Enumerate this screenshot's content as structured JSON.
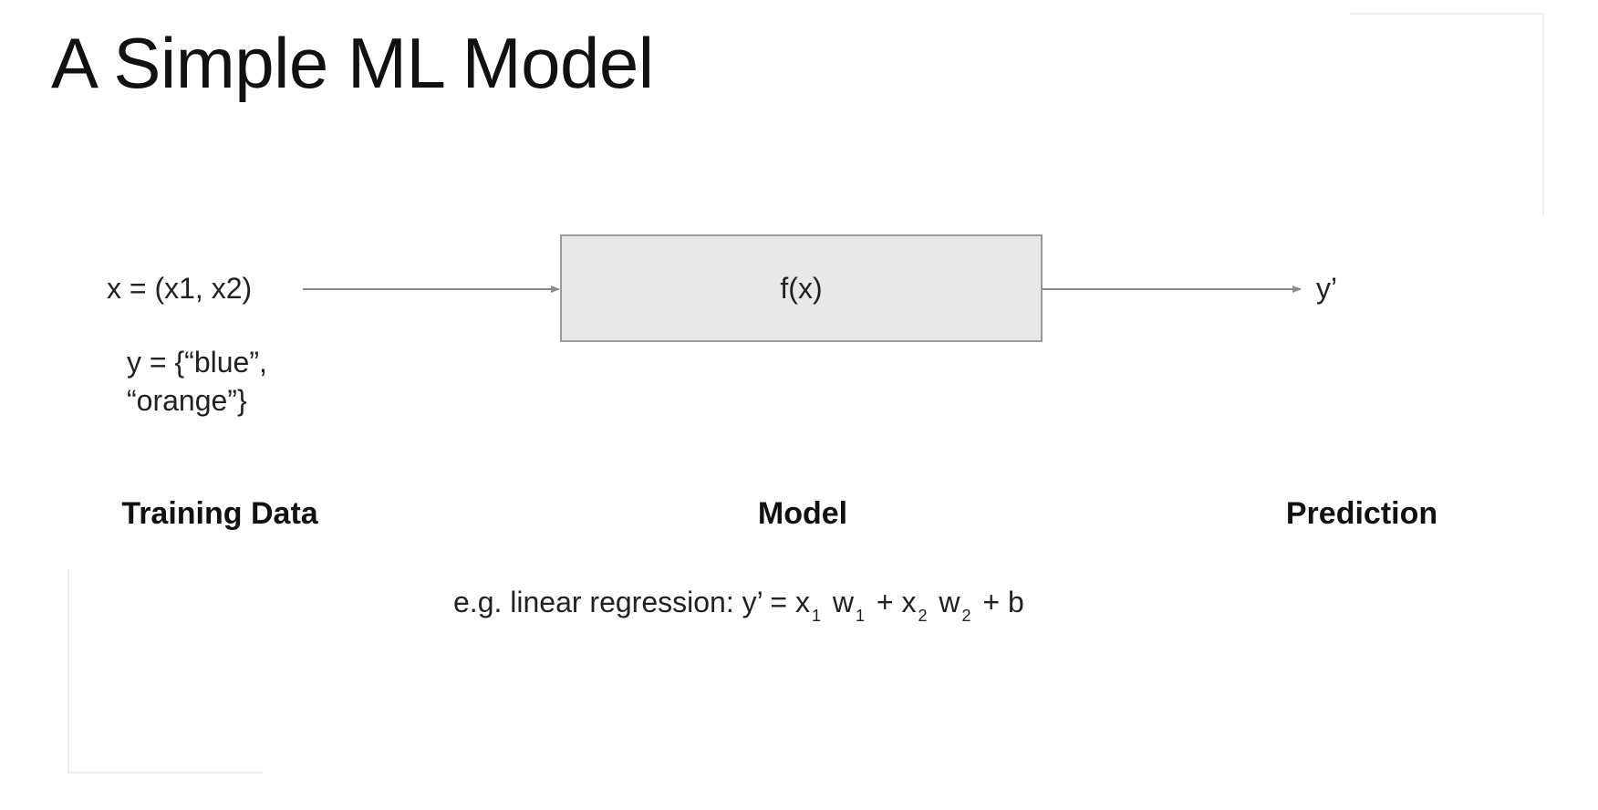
{
  "slide": {
    "title": "A Simple ML Model"
  },
  "diagram": {
    "input_label": "x = (x1, x2)",
    "y_set_line1": "y = {“blue”,",
    "y_set_line2": "“orange”}",
    "model_function": "f(x)",
    "output_label": "y’",
    "sections": {
      "training": "Training Data",
      "model": "Model",
      "prediction": "Prediction"
    },
    "example": {
      "prefix": "e.g. linear regression:  y’ = x",
      "s1": "1",
      "w1": " w",
      "s2": "1",
      "plus1": " + x",
      "s3": "2",
      "w2": " w",
      "s4": "2",
      "tail": "  + b"
    }
  },
  "colors": {
    "arrow": "#8a8a8a",
    "box_fill": "#e8e8e8",
    "box_border": "#9a9a9a"
  }
}
